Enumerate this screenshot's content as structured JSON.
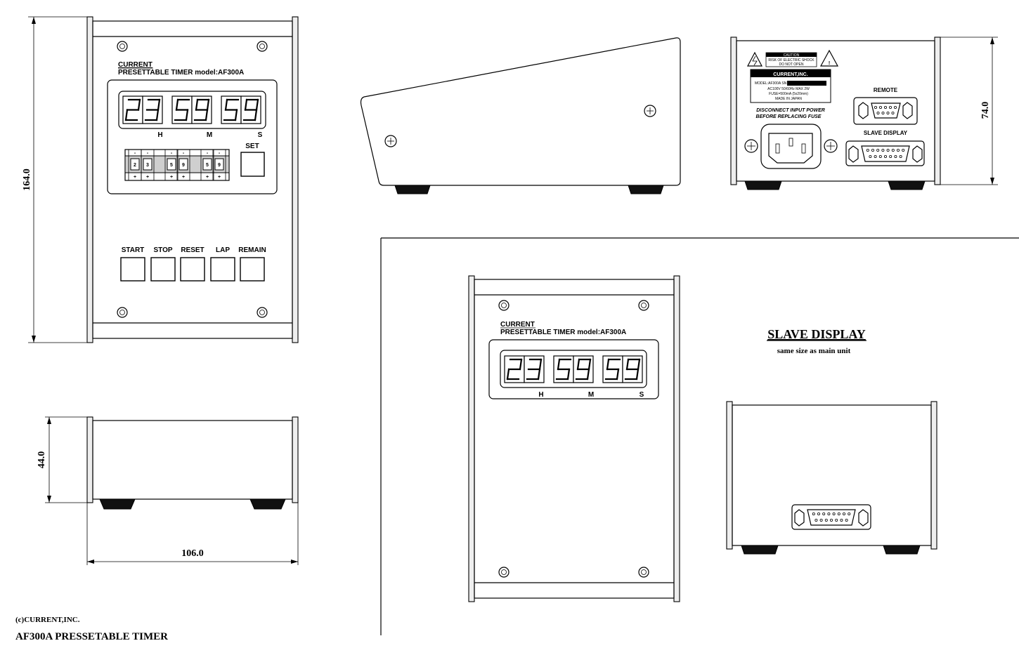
{
  "front": {
    "brand": "CURRENT",
    "model_line": "PRESETTABLE TIMER model:AF300A",
    "display_digits": [
      "2",
      "3",
      "5",
      "9",
      "5",
      "9"
    ],
    "display_unit_labels": [
      "H",
      "M",
      "S"
    ],
    "preset_digits": [
      "2",
      "3",
      "5",
      "9",
      "5",
      "9"
    ],
    "preset_minus": "-",
    "preset_plus": "+",
    "set_label": "SET",
    "buttons": [
      "START",
      "STOP",
      "RESET",
      "LAP",
      "REMAIN"
    ]
  },
  "rear": {
    "caution_title": "CAUTION",
    "caution_line1": "RISK OF ELECTRIC SHOCK",
    "caution_line2": "DO NOT OPEN",
    "warning_symbol": "!",
    "bolt_symbol": "⚡",
    "nameplate_company": "CURRENT,INC.",
    "nameplate_model": "MODEL:AF300A SN",
    "nameplate_power": "AC100V 50/60Hz MAX 2W",
    "nameplate_fuse": "FUSE=500mA (5x20mm)",
    "nameplate_origin": "MADE IN JAPAN",
    "disconnect_line1": "DISCONNECT INPUT POWER",
    "disconnect_line2": "BEFORE REPLACING FUSE",
    "remote_label": "REMOTE",
    "slave_display_label": "SLAVE DISPLAY"
  },
  "dimensions": {
    "height": "164.0",
    "depth": "44.0",
    "width": "106.0",
    "rear_height": "74.0"
  },
  "slave": {
    "brand": "CURRENT",
    "model_line": "PRESETTABLE TIMER model:AF300A",
    "display_digits": [
      "2",
      "3",
      "5",
      "9",
      "5",
      "9"
    ],
    "display_unit_labels": [
      "H",
      "M",
      "S"
    ],
    "title": "SLAVE DISPLAY",
    "subtitle": "same size as main unit"
  },
  "footer": {
    "copyright": "(c)CURRENT,INC.",
    "product": "AF300A PRESSETABLE TIMER"
  }
}
